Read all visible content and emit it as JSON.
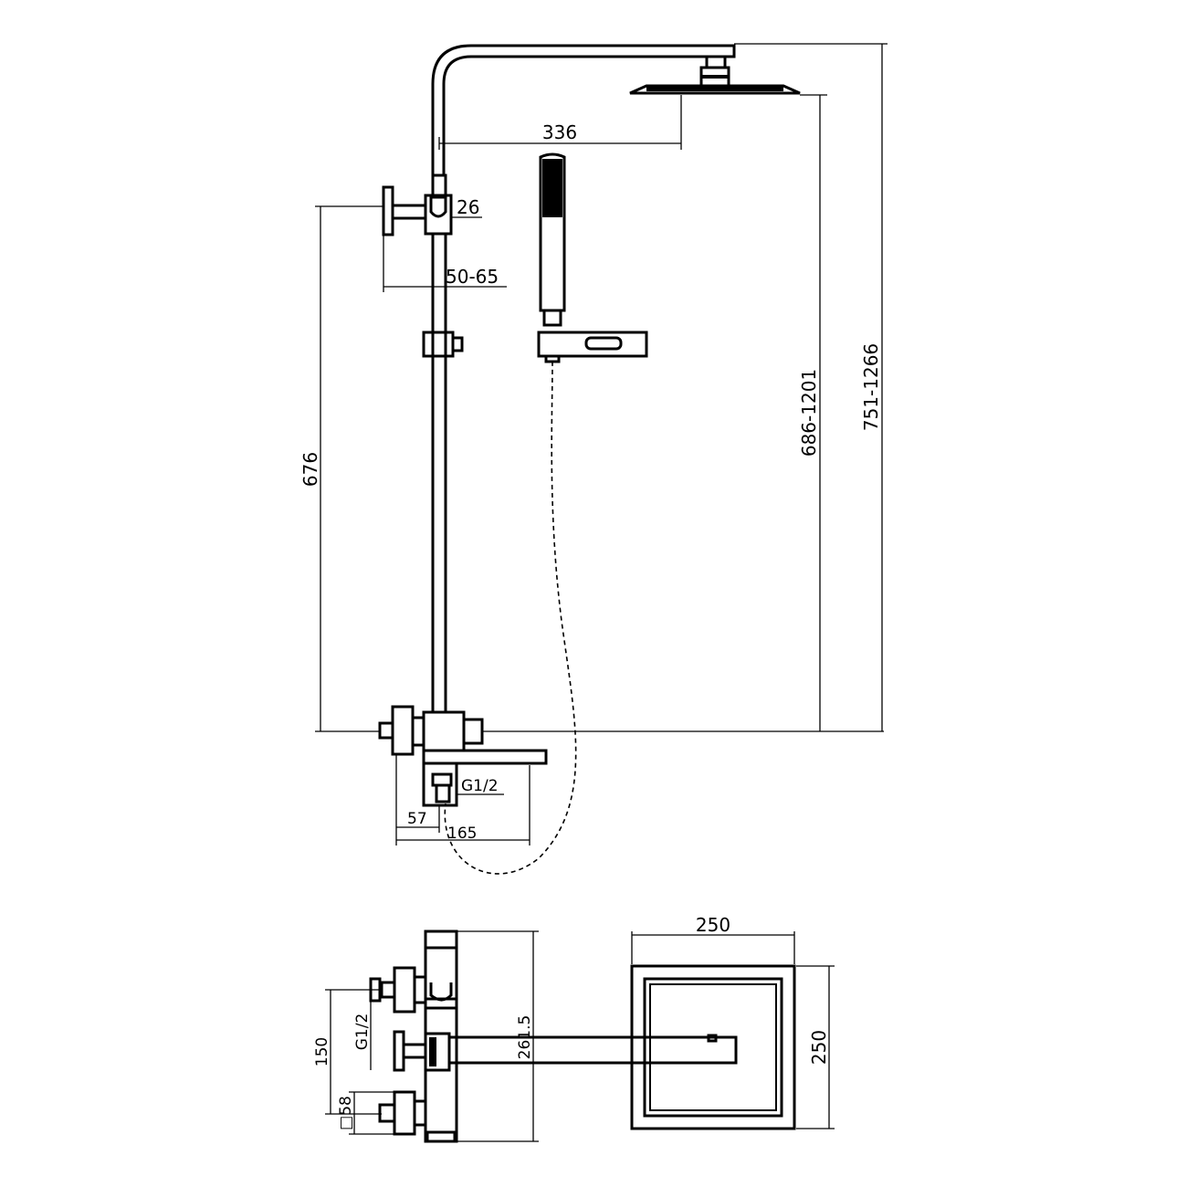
{
  "dimensions": {
    "arm_reach": "336",
    "holder_width": "26",
    "wall_distance": "50-65",
    "rail_height": "676",
    "head_height": "686-1201",
    "total_height": "751-1266",
    "inlet_thread": "G1/2",
    "inlet_offset": "57",
    "spout_reach": "165",
    "plan_head_width": "250",
    "plan_head_depth": "250",
    "plan_inlet_centres": "150",
    "plan_inlet_thread": "G1/2",
    "plan_body_length": "261.5",
    "plan_flange_size": "□58"
  },
  "colors": {
    "line": "#000000",
    "background": "#ffffff"
  }
}
